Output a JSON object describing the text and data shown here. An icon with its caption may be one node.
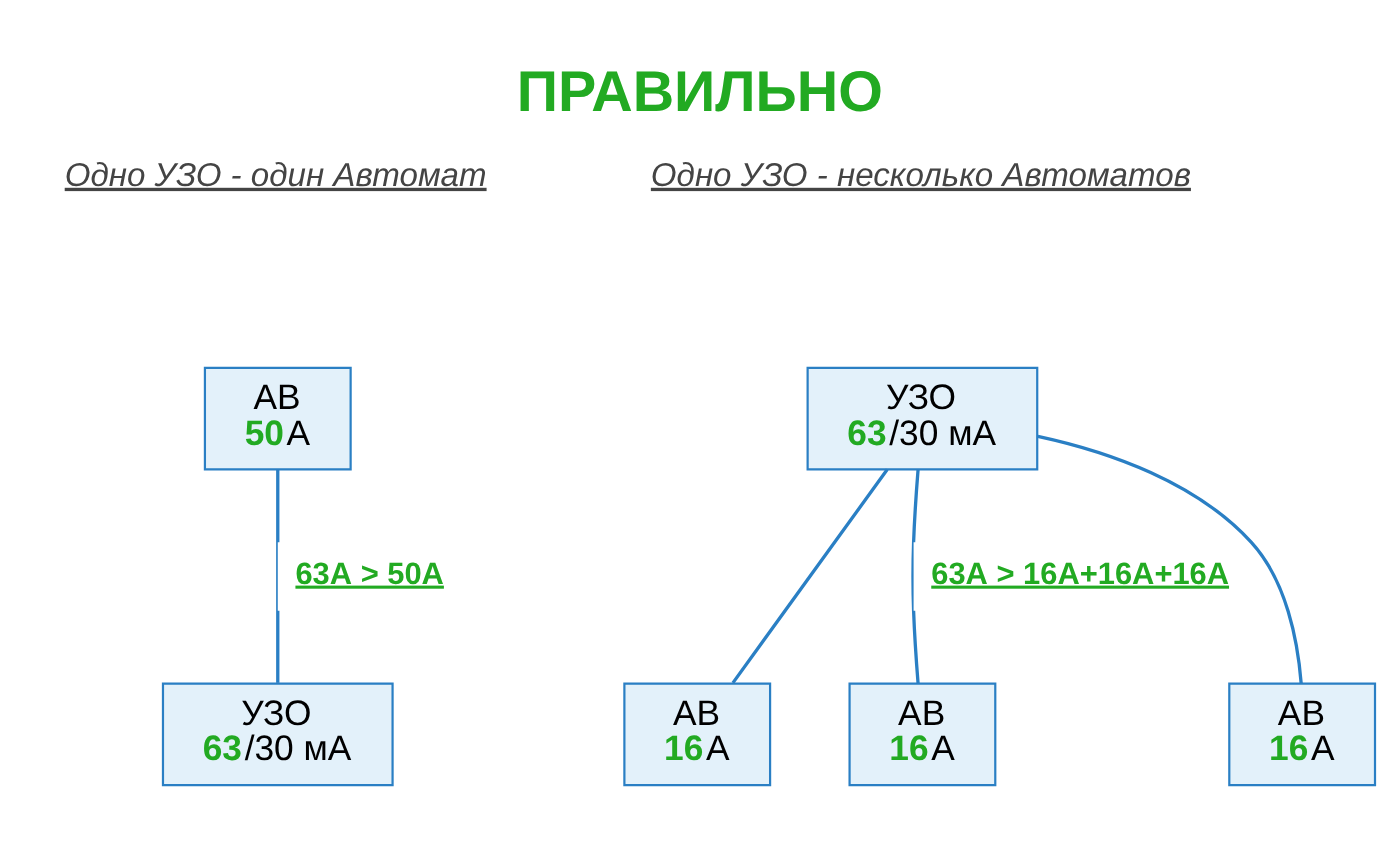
{
  "diagram": {
    "title": "ПРАВИЛЬНО",
    "nodes": [
      {
        "text": [
          "АВ",
          "**50**А"
        ]
      },
      {
        "text": [
          "УЗО",
          "**63**/30 мА"
        ]
      },
      {
        "text": [
          "УЗО",
          "**63**/30 мА"
        ]
      },
      {
        "text": [
          "АВ",
          "**16**А"
        ]
      },
      {
        "text": [
          "АВ",
          "**16**А"
        ]
      },
      {
        "text": [
          "АВ",
          "**16**А"
        ]
      }
    ],
    "edges": [
      {
        "from": 0,
        "to": 2,
        "arrow": "none",
        "label": "63А > 50А"
      },
      {
        "from": 1,
        "to": 3,
        "arrow": "none"
      },
      {
        "from": 1,
        "to": 4,
        "arrow": "none",
        "label": "63А > 16А+16А+16А"
      },
      {
        "from": 1,
        "to": 5,
        "arrow": "none"
      }
    ],
    "labels": [
      "Одно УЗО - один Автомат",
      "Одно УЗО - несколько Автоматов"
    ]
  }
}
